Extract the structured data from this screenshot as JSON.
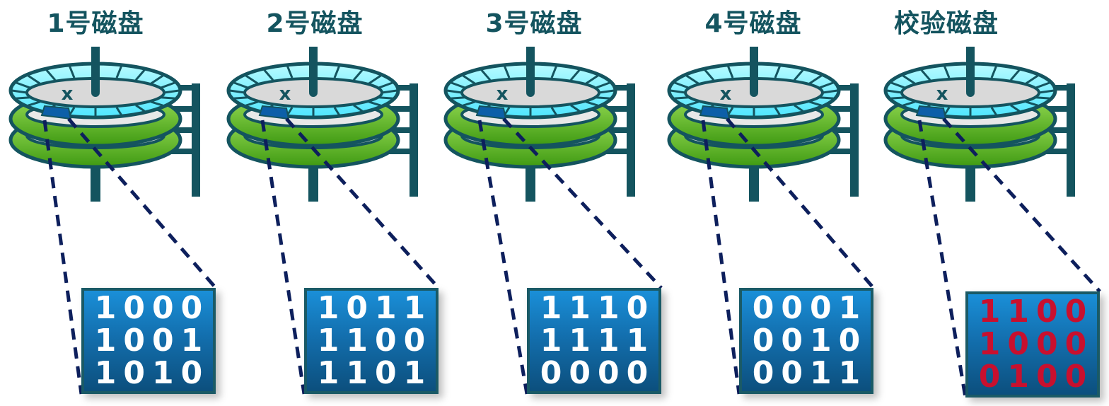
{
  "disks": [
    {
      "title": "1号磁盘",
      "bits": [
        "1000",
        "1001",
        "1010"
      ],
      "parity": false
    },
    {
      "title": "2号磁盘",
      "bits": [
        "1011",
        "1100",
        "1101"
      ],
      "parity": false
    },
    {
      "title": "3号磁盘",
      "bits": [
        "1110",
        "1111",
        "0000"
      ],
      "parity": false
    },
    {
      "title": "4号磁盘",
      "bits": [
        "0001",
        "0010",
        "0011"
      ],
      "parity": false
    },
    {
      "title": "校验磁盘",
      "bits": [
        "1100",
        "1000",
        "0100"
      ],
      "parity": true
    }
  ],
  "sector_mark": "x",
  "colors": {
    "title": "#14545f",
    "outline": "#14545f",
    "platter_top": "#7ff0ff",
    "platter_green": "#6cc22a",
    "dashed_line": "#0d1f5c",
    "data_text": "#ffffff",
    "parity_text": "#c8102e"
  }
}
